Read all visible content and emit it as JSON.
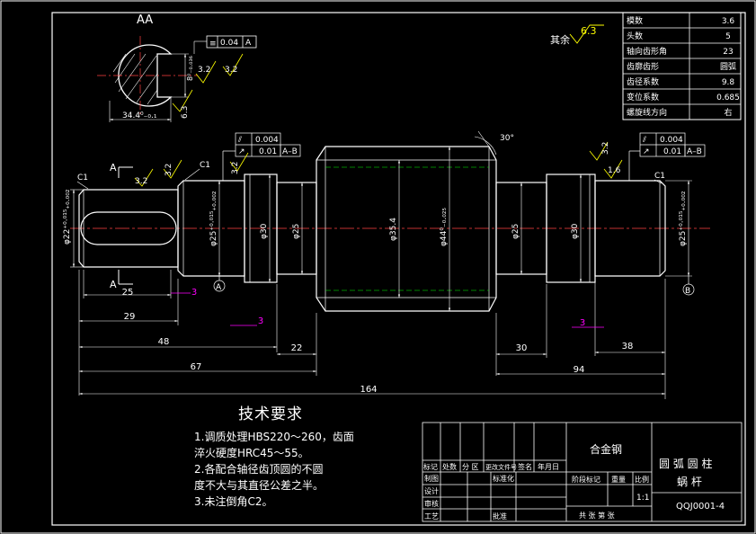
{
  "section_label": "AA",
  "other_roughness_prefix": "其余",
  "other_roughness_value": "6.3",
  "params": [
    {
      "name": "模数",
      "value": "3.6"
    },
    {
      "name": "头数",
      "value": "5"
    },
    {
      "name": "轴向齿形角",
      "value": "23"
    },
    {
      "name": "齿廓齿形",
      "value": "圆弧"
    },
    {
      "name": "齿径系数",
      "value": "9.8"
    },
    {
      "name": "变位系数",
      "value": "0.685"
    },
    {
      "name": "螺旋线方向",
      "value": "右"
    }
  ],
  "section_dims": {
    "width": "34.4⁰₋₀.₁",
    "keyway": "8⁰₋₀.₀₃₆",
    "sym_tol": "0.04",
    "sym_ref": "A",
    "rough_a": "3.2",
    "rough_b": "3.2",
    "rough_c": "6.3"
  },
  "tolerance_frames": [
    {
      "sym": "⫽",
      "value": "0.004",
      "ref": ""
    },
    {
      "sym": "↗",
      "value": "0.01",
      "ref": "A–B"
    }
  ],
  "datums": [
    "A",
    "B"
  ],
  "section_mark": "A",
  "chamfers": [
    "C1",
    "C1",
    "C1"
  ],
  "roughness_marks": [
    "3.2",
    "3.2",
    "3.2",
    "3.2",
    "1.6"
  ],
  "angle": "30°",
  "diameters": [
    "φ22⁺⁰·⁰¹⁵₊₀.₀₀₂",
    "φ25⁺⁰·⁰¹⁵₊₀.₀₀₂",
    "φ30",
    "φ25",
    "φ35.4",
    "φ44⁰₋₀.₀₂₅",
    "φ25",
    "φ30",
    "φ25⁺⁰·⁰¹⁵₊₀.₀₀₂"
  ],
  "lengths": {
    "key_len": "25",
    "len29": "29",
    "len48": "48",
    "len67": "67",
    "len164": "164",
    "len22": "22",
    "len30": "30",
    "len38": "38",
    "len94": "94",
    "mag1": "3",
    "mag2": "3",
    "mag3": "3"
  },
  "tech_title": "技术要求",
  "tech_lines": [
    "1.调质处理HBS220～260，齿面",
    "淬火硬度HRC45～55。",
    "2.各配合轴径齿顶圆的不圆",
    "度不大与其直径公差之半。",
    "3.未注倒角C2。"
  ],
  "title_block": {
    "material": "合金钢",
    "part_name_1": "圆 弧 圆 柱",
    "part_name_2": "蜗 杆",
    "drawing_no": "QQJ0001-4",
    "scale": "1:1",
    "header_cells": [
      "标记",
      "处数",
      "分 区",
      "更改文件号",
      "签名",
      "年月日"
    ],
    "row_labels": [
      "制图",
      "设计",
      "审核",
      "工艺"
    ],
    "std_label": "标准化",
    "approve_label": "批准",
    "stage_label": "阶段标记",
    "weight_label": "重量",
    "scale_label": "比例",
    "sheet_info": "共 张    第 张"
  },
  "colors": {
    "line": "#ffffff",
    "center": "#ff4040",
    "dim": "#ffffff",
    "magenta": "#ff00ff",
    "yellow": "#ffff00",
    "green": "#00ff00"
  }
}
